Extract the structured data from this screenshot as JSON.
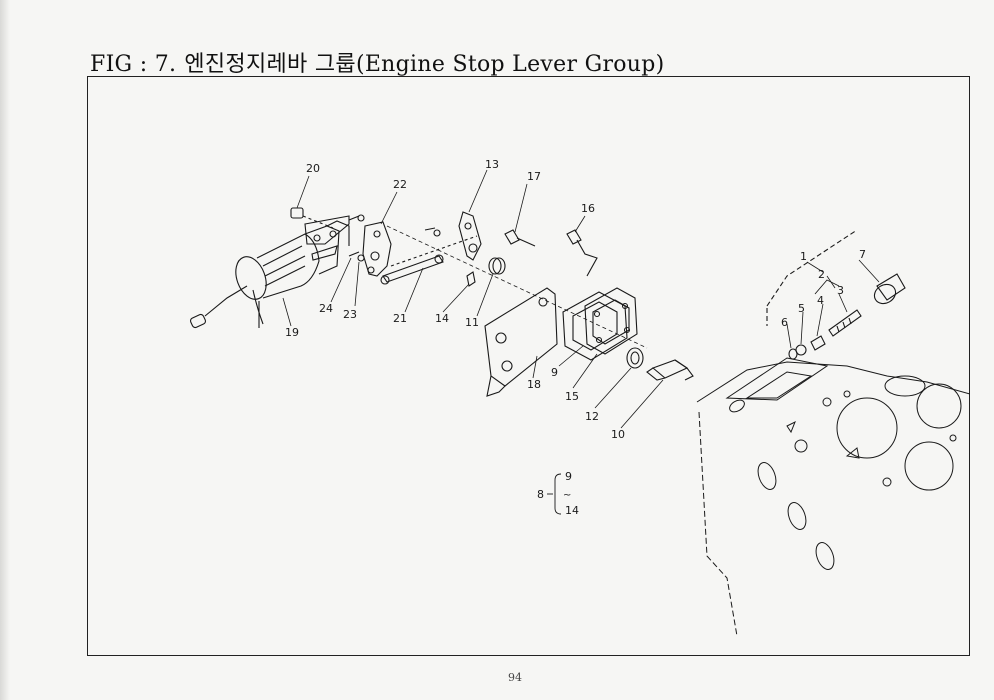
{
  "figure": {
    "label": "FIG : 7.",
    "title": "엔진정지레바 그룹(Engine Stop Lever Group)"
  },
  "callouts": [
    "20",
    "22",
    "13",
    "17",
    "16",
    "1",
    "7",
    "2",
    "3",
    "4",
    "5",
    "6",
    "24",
    "23",
    "21",
    "14",
    "11",
    "19",
    "9",
    "18",
    "15",
    "12",
    "10",
    "8",
    "9",
    "14"
  ],
  "page_number": "94"
}
